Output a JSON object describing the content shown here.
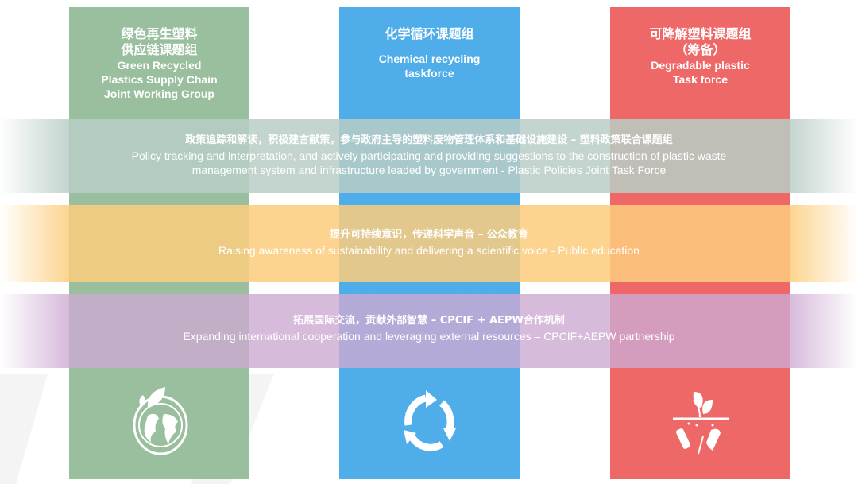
{
  "columns": [
    {
      "zh": [
        "绿色再生塑料",
        "供应链课题组"
      ],
      "en": [
        "Green Recycled",
        "Plastics Supply Chain",
        "Joint Working Group"
      ],
      "color": "#9abf9e",
      "icon": "earth-leaf-icon"
    },
    {
      "zh": [
        "化学循环课题组"
      ],
      "en": [
        "",
        "Chemical recycling",
        "taskforce"
      ],
      "color": "#4fadea",
      "icon": "recycle-arrows-icon"
    },
    {
      "zh": [
        "可降解塑料课题组",
        "（筹备）"
      ],
      "en": [
        "Degradable plastic",
        "Task force"
      ],
      "color": "#ef6868",
      "icon": "plant-soil-icon"
    }
  ],
  "bands": [
    {
      "zh": "政策追踪和解读，积极建言献策，参与政府主导的塑料废物管理体系和基础设施建设 – 塑料政策联合课题组",
      "en": [
        "Policy tracking and interpretation, and actively participating and providing suggestions to the construction of plastic waste",
        "management system and infrastructure leaded by government - Plastic Policies Joint Task Force"
      ]
    },
    {
      "zh": "提升可持续意识，传递科学声音 – 公众教育",
      "en": [
        "Raising awareness of sustainability and delivering a scientific voice  - Public education"
      ]
    },
    {
      "zh": "拓展国际交流，贡献外部智慧 – CPCIF + AEPW合作机制",
      "en": [
        "Expanding international cooperation and leveraging external resources – CPCIF+AEPW partnership"
      ]
    }
  ]
}
